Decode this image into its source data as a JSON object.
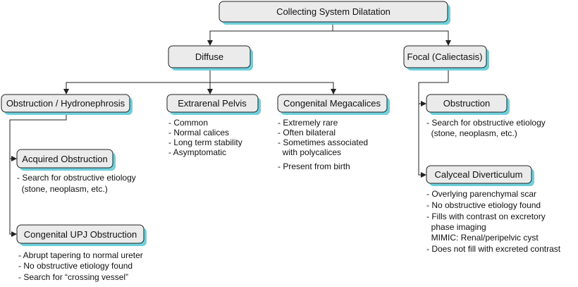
{
  "colors": {
    "box_fill": "#ebebeb",
    "shadow": "#6ed0dc",
    "line": "#222222"
  },
  "root": {
    "label": "Collecting System Dilatation"
  },
  "diffuse": {
    "label": "Diffuse"
  },
  "focal": {
    "label": "Focal (Caliectasis)"
  },
  "obstruction_hydro": {
    "label": "Obstruction / Hydronephrosis"
  },
  "extrarenal": {
    "label": "Extrarenal Pelvis",
    "notes": [
      "- Common",
      "- Normal calices",
      "- Long term stability",
      "- Asymptomatic"
    ]
  },
  "megacalices": {
    "label": "Congenital Megacalices",
    "notes": [
      "- Extremely rare",
      "- Often bilateral",
      "- Sometimes associated",
      "  with polycalices",
      "- Present from birth"
    ]
  },
  "acquired": {
    "label": "Acquired Obstruction",
    "notes": [
      "- Search for obstructive etiology",
      "  (stone, neoplasm, etc.)"
    ]
  },
  "upj": {
    "label": "Congenital UPJ Obstruction",
    "notes": [
      "- Abrupt tapering to normal ureter",
      "- No obstructive etiology found",
      "- Search for “crossing vessel”"
    ]
  },
  "focal_obstruction": {
    "label": "Obstruction",
    "notes": [
      "- Search for obstructive etiology",
      "  (stone, neoplasm, etc.)"
    ]
  },
  "diverticulum": {
    "label": "Calyceal Diverticulum",
    "notes": [
      "- Overlying parenchymal scar",
      "- No obstructive etiology found",
      "- Fills with contrast on excretory",
      "  phase imaging",
      "  MIMIC: Renal/peripelvic cyst",
      "- Does not fill with excreted contrast"
    ]
  }
}
